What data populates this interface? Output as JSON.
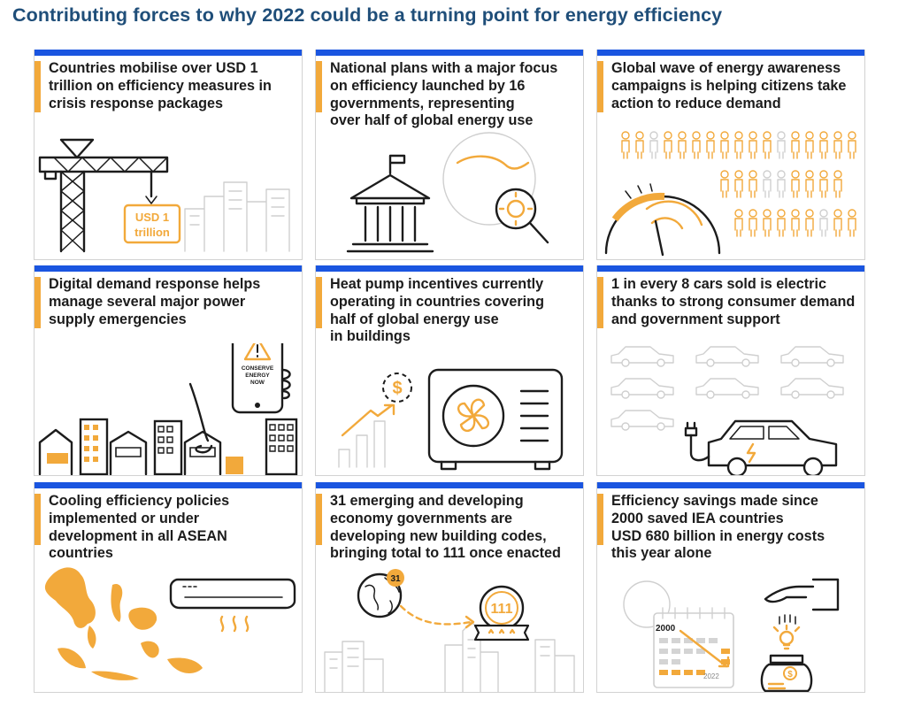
{
  "title": "Contributing forces to why 2022 could be a turning point for energy efficiency",
  "accent_color": "#f2a93b",
  "bar_color": "#1a55e0",
  "cards": [
    {
      "lines": [
        "Countries mobilise over USD 1",
        "trillion on efficiency measures in",
        "crisis response packages"
      ],
      "badge_lines": [
        "USD 1",
        "trillion"
      ],
      "icons": [
        "crane-icon",
        "city-skyline-icon"
      ]
    },
    {
      "lines": [
        "National plans with a major focus",
        "on efficiency launched by 16",
        "governments, representing",
        "over half of global energy use"
      ],
      "icons": [
        "government-building-icon",
        "globe-magnifier-icon"
      ]
    },
    {
      "lines": [
        "Global wave of energy awareness",
        "campaigns is helping citizens take",
        "action to reduce demand"
      ],
      "icons": [
        "people-crowd-icon",
        "gauge-icon"
      ]
    },
    {
      "lines": [
        "Digital demand response helps",
        "manage several major power",
        "supply emergencies"
      ],
      "phone_lines": [
        "CONSERVE",
        "ENERGY",
        "NOW"
      ],
      "icons": [
        "smartphone-warning-icon",
        "houses-icon"
      ]
    },
    {
      "lines": [
        "Heat pump incentives currently",
        "operating in countries covering",
        "half of global energy use",
        "in buildings"
      ],
      "icons": [
        "dollar-growth-icon",
        "heat-pump-icon"
      ]
    },
    {
      "lines": [
        "1 in every 8 cars sold is electric",
        "thanks to strong consumer demand",
        "and government support"
      ],
      "icons": [
        "car-icon",
        "electric-car-icon"
      ]
    },
    {
      "lines": [
        "Cooling efficiency policies",
        "implemented or under",
        "development in all ASEAN",
        "countries"
      ],
      "icons": [
        "asean-map-icon",
        "air-conditioner-icon"
      ]
    },
    {
      "lines": [
        "31 emerging and developing",
        "economy governments are",
        "developing new building codes,",
        "bringing total to 111 once enacted"
      ],
      "globe_badge": "31",
      "medal_value": "111",
      "icons": [
        "globe-icon",
        "medal-icon"
      ]
    },
    {
      "lines": [
        "Efficiency savings made since",
        "2000 saved IEA countries",
        "USD 680 billion in energy costs",
        "this year alone"
      ],
      "calendar_start": "2000",
      "calendar_end": "2022",
      "icons": [
        "calendar-icon",
        "savings-jar-icon",
        "hand-coin-icon"
      ]
    }
  ]
}
